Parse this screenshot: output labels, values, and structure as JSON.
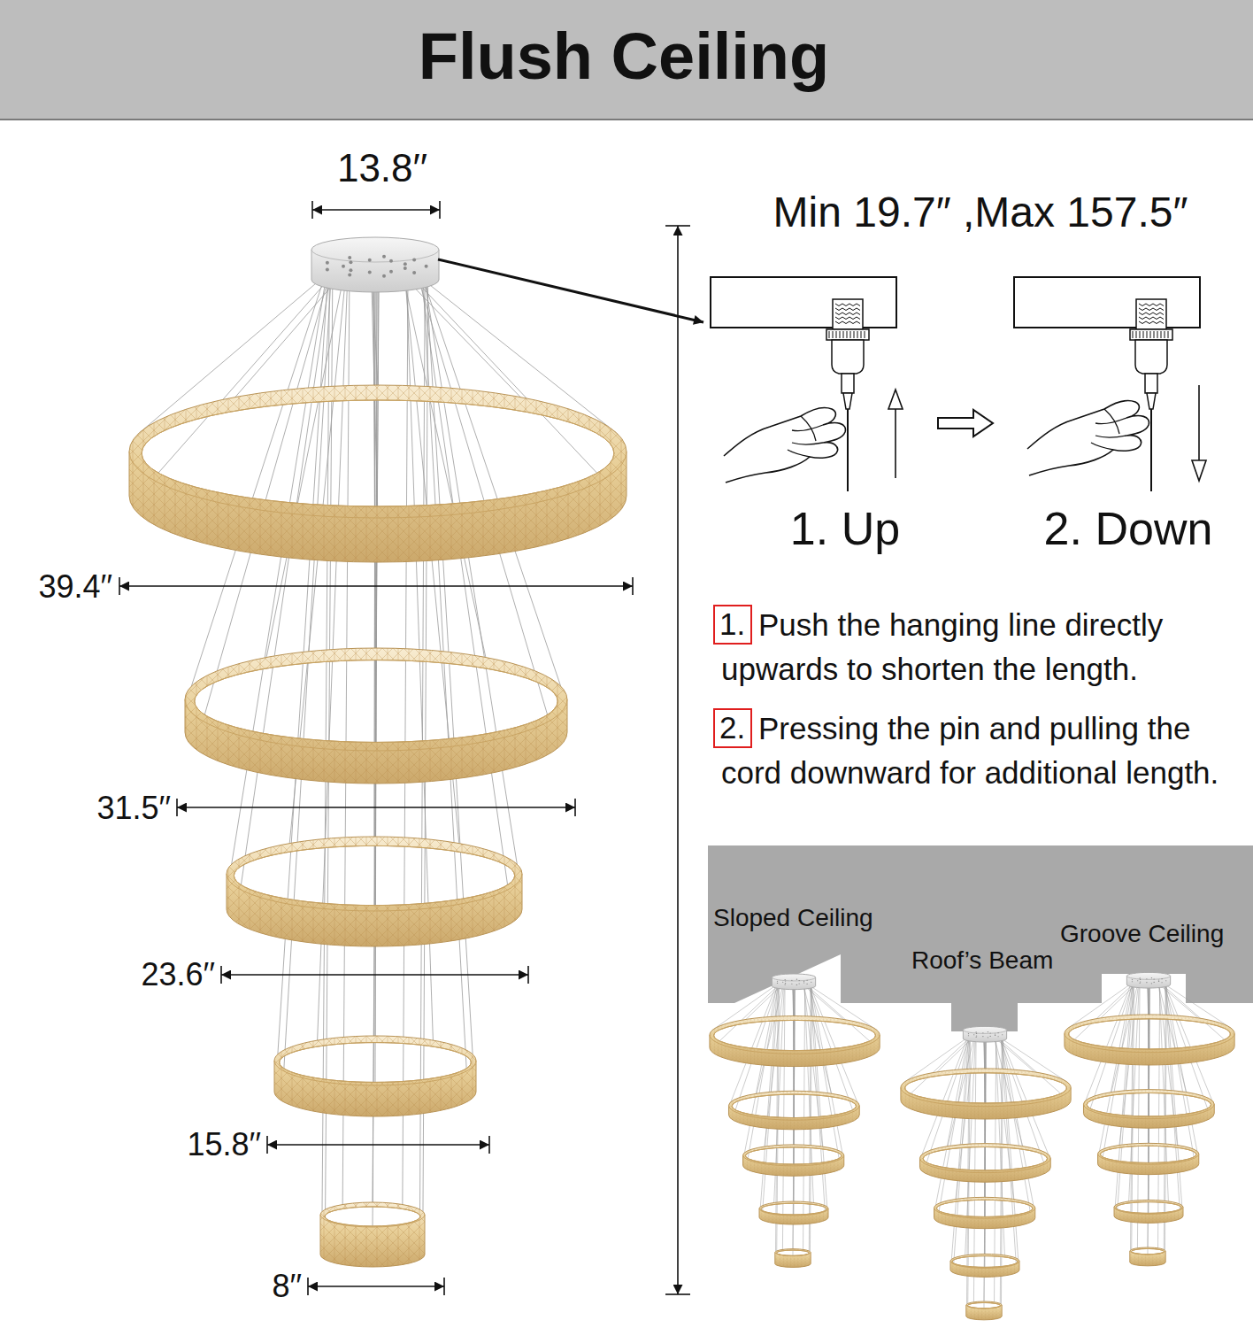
{
  "diagram": {
    "title": "Flush Ceiling",
    "nodes": [
      {
        "text": [
          "1."
        ]
      },
      {
        "text": [
          "2."
        ]
      }
    ],
    "labels": [
      "13.8′′",
      "Min 19.7″ ,Max 157.5″",
      "1. Up",
      "2. Down",
      "Push the hanging line directly upwards to shorten the length.",
      "Pressing the pin and pulling the cord downward for additional length.",
      "39.4′′",
      "31.5′′",
      "23.6′′",
      "15.8′′",
      "8′′",
      "Sloped Ceiling",
      "Roof’s Beam",
      "Groove Ceiling"
    ]
  }
}
